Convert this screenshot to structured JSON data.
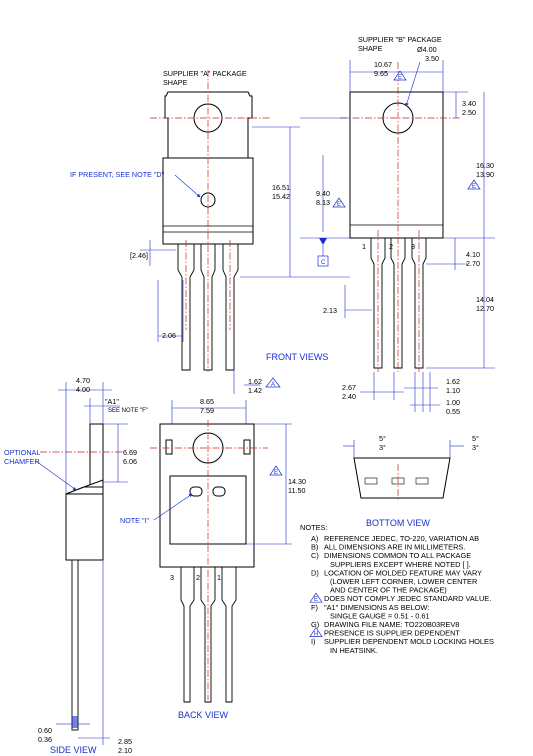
{
  "front_view": {
    "supplier_a_label": [
      "SUPPLIER \"A\" PACKAGE",
      "SHAPE"
    ],
    "supplier_b_label": [
      "SUPPLIER \"B\" PACKAGE",
      "SHAPE"
    ],
    "note_d": "IF PRESENT, SEE NOTE \"D\"",
    "caption": "FRONT VIEWS",
    "pin_numbers": [
      "1",
      "2",
      "3"
    ],
    "datum_c": "C",
    "dims": {
      "width_max": "10.67",
      "width_min": "9.65",
      "hole_max": "Ø4.00",
      "hole_min": "3.50",
      "tab_top_max": "3.40",
      "tab_top_min": "2.50",
      "height_max": "16.30",
      "height_min": "13.90",
      "tab_mid_max": "9.40",
      "tab_mid_min": "8.13",
      "body_max": "16.51",
      "body_min": "15.42",
      "lead_shoulder_max": "4.10",
      "lead_shoulder_min": "2.70",
      "lead_len_max": "14.04",
      "lead_len_min": "12.70",
      "ref_246": "[2.46]",
      "dim_206": "2.06",
      "dim_213": "2.13",
      "lead_w_max": "1.62",
      "lead_w_min": "1.42",
      "pitch_max": "2.67",
      "pitch_min": "2.40",
      "lead_w2_max": "1.62",
      "lead_w2_min": "1.10",
      "lead_t_max": "1.00",
      "lead_t_min": "0.55"
    },
    "note_flags": [
      "E",
      "E",
      "E",
      "E",
      "A"
    ]
  },
  "side_view": {
    "caption": "SIDE VIEW",
    "optional_chamfer": [
      "OPTIONAL",
      "CHAMFER"
    ],
    "a1_label": "\"A1\"",
    "a1_note": "SEE NOTE \"F\"",
    "dims": {
      "thick_max": "4.70",
      "thick_min": "4.00",
      "a1_max": "6.69",
      "a1_min": "6.06",
      "lead_t_max": "0.60",
      "lead_t_min": "0.36",
      "offset_max": "2.85",
      "offset_min": "2.10"
    }
  },
  "back_view": {
    "caption": "BACK VIEW",
    "note_i": "NOTE \"I\"",
    "pin_numbers": [
      "3",
      "2",
      "1"
    ],
    "dims": {
      "width_max": "8.65",
      "width_min": "7.59",
      "height_max": "14.30",
      "height_min": "11.50"
    },
    "note_flag": "E"
  },
  "bottom_view": {
    "caption": "BOTTOM VIEW",
    "angle_left": [
      "5°",
      "3°"
    ],
    "angle_right": [
      "5°",
      "3°"
    ]
  },
  "notes": {
    "heading": "NOTES:",
    "items": [
      {
        "prefix": "A)",
        "lines": [
          "REFERENCE JEDEC, TO-220, VARIATION AB"
        ]
      },
      {
        "prefix": "B)",
        "lines": [
          "ALL DIMENSIONS ARE IN MILLIMETERS."
        ]
      },
      {
        "prefix": "C)",
        "lines": [
          "DIMENSIONS COMMON TO ALL PACKAGE",
          "SUPPLIERS EXCEPT WHERE NOTED [  ]."
        ]
      },
      {
        "prefix": "D)",
        "lines": [
          "LOCATION OF MOLDED FEATURE MAY VARY",
          "(LOWER LEFT CORNER, LOWER CENTER",
          "AND CENTER OF THE PACKAGE)"
        ]
      },
      {
        "prefix": "E",
        "flag": true,
        "lines": [
          "DOES NOT COMPLY JEDEC STANDARD VALUE."
        ]
      },
      {
        "prefix": "F)",
        "lines": [
          "\"A1\" DIMENSIONS AS BELOW:",
          "SINGLE GAUGE = 0.51 - 0.61"
        ]
      },
      {
        "prefix": "G)",
        "lines": [
          "DRAWING FILE NAME: TO220B03REV8"
        ]
      },
      {
        "prefix": "H",
        "flag": true,
        "lines": [
          "PRESENCE IS SUPPLIER DEPENDENT"
        ]
      },
      {
        "prefix": "I)",
        "lines": [
          "SUPPLIER DEPENDENT MOLD LOCKING HOLES",
          "IN HEATSINK."
        ]
      }
    ]
  }
}
